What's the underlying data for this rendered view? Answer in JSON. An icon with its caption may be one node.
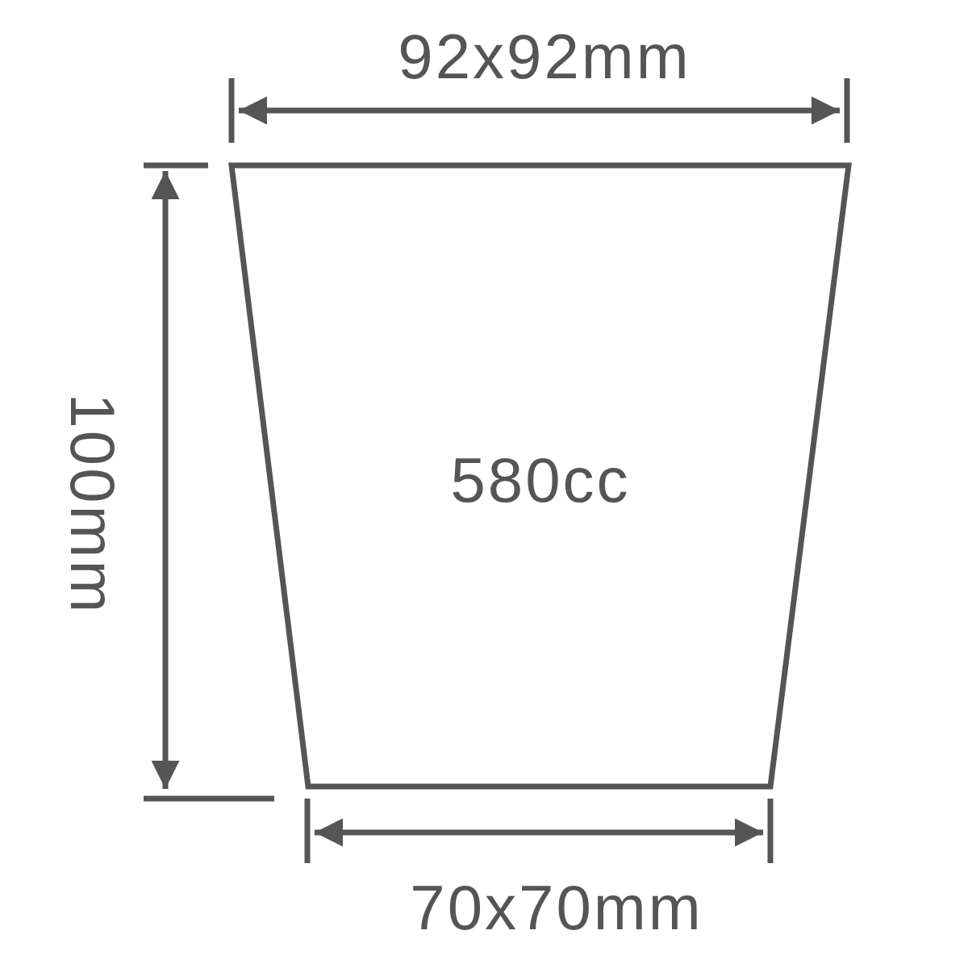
{
  "diagram": {
    "nodes": [
      {
        "text": [
          "580cc"
        ]
      }
    ],
    "labels": [
      "92x92mm",
      "100mm",
      "70x70mm"
    ]
  }
}
